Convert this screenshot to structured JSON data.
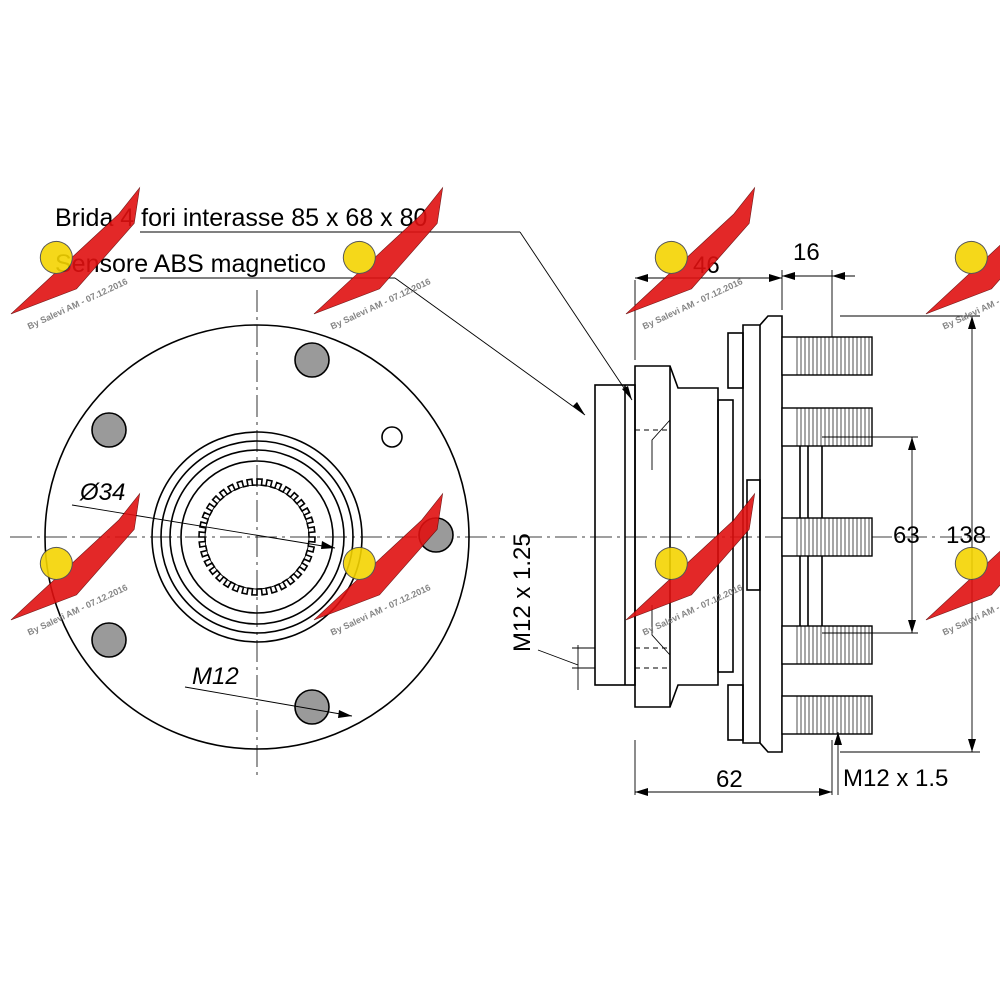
{
  "annotations": {
    "flange_note": "Brida 4 fori interasse 85 x 68 x 80",
    "sensor_note": "Sensore ABS magnetico"
  },
  "front_view": {
    "bore_diameter": "Ø34",
    "bolt_thread": "M12"
  },
  "side_view": {
    "dim_flange_width": "46",
    "dim_stud_length": "16",
    "dim_overall_length": "62",
    "dim_pilot_diameter": "63",
    "dim_flange_diameter": "138",
    "thread_mount": "M12 x 1.25",
    "thread_studs": "M12 x 1.5"
  },
  "watermark": {
    "text": "By Salevi AM - 07.12.2016",
    "colors": {
      "wing": "#e01010",
      "wheel": "#f4d400"
    }
  }
}
